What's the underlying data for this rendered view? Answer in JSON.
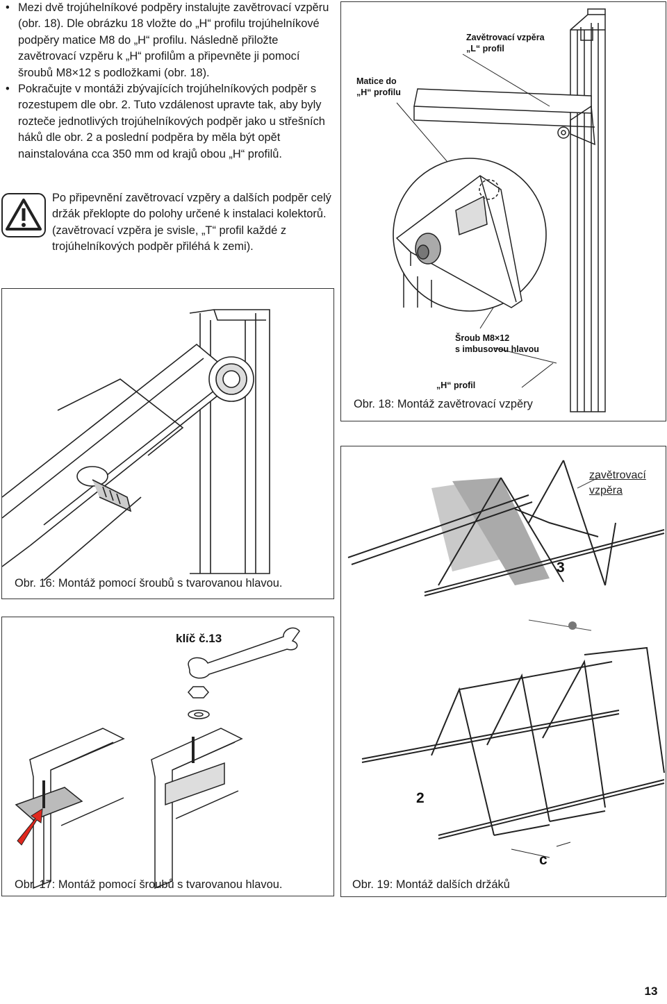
{
  "bullets": [
    "Mezi dvě trojúhelníkové podpěry instalujte zavětrovací vzpěru (obr. 18). Dle obrázku 18 vložte do „H“ profi­lu trojúhelníkové podpěry matice M8 do „H“ profilu. Následně přiložte zavětrovací vzpěru k „H“ profilům a připevněte ji pomocí šroubů M8×12 s podložkami (obr. 18).",
    "Pokračujte v montáži zbývajících trojúhelníkových podpěr s rozestupem dle obr. 2. Tuto vzdálenost upravte tak, aby byly rozteče jednotlivých trojúhelníko­vých podpěr jako u střešních háků dle obr. 2 a poslední podpěra by měla být opět nainstalována cca 350 mm od krajů obou „H“ profilů."
  ],
  "warning": {
    "icon": "warning-triangle-icon",
    "text": "Po připevnění zavětrovací vzpěry a dalších podpěr celý držák překlopte do polohy určené k instalaci kolektorů. (zavětrovací vzpěra je svis­le, „T“ profil každé z trojúhelníkových podpěr přiléhá k zemi)."
  },
  "fig18": {
    "label_nut": "Matice do\n„H“ profilu",
    "label_brace": "Zavětrovací vzpěra\n„L“ profil",
    "label_bolt": "Šroub M8×12\ns imbusovou hlavou",
    "label_h": "„H“ profil",
    "caption": "Obr. 18:  Montáž zavětrovací vzpěry"
  },
  "fig16": {
    "caption": "Obr. 16: Montáž pomocí šroubů s tvarovanou hlavou."
  },
  "fig17": {
    "label_wrench": "klíč č.13",
    "caption": "Obr. 17: Montáž pomocí šroubů s tvarovanou hlavou."
  },
  "fig19": {
    "label_brace": "zavětrovací\nvzpěra",
    "label_3": "3",
    "label_2": "2",
    "label_c": "c",
    "caption": "Obr. 19: Montáž dalších držáků"
  },
  "page_number": "13",
  "colors": {
    "line": "#222222",
    "gray": "#b5b5b5",
    "dark_gray": "#8a8a8a",
    "arrow": "#e0281e"
  }
}
